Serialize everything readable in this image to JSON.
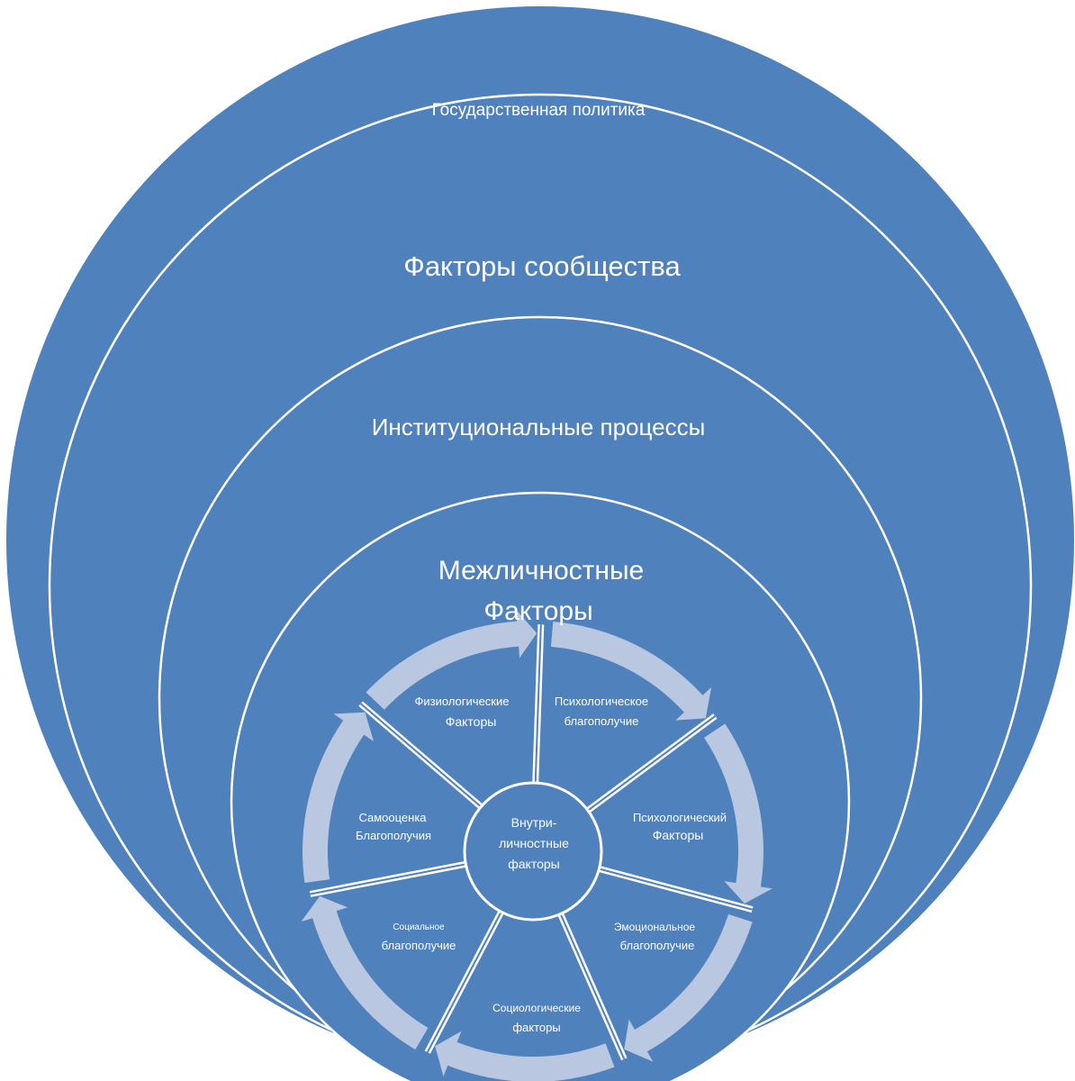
{
  "colors": {
    "circle_fill": "#4f81bd",
    "ring_stroke": "#ffffff",
    "arrow_fill": "#b9c7e0",
    "text": "#ffffff"
  },
  "circles": {
    "level1": "Государственная политика",
    "level2": "Факторы сообщества",
    "level3": "Институциональные процессы",
    "level4_line1": "Межличностные",
    "level4_line2": "Факторы"
  },
  "wheel": {
    "center_line1": "Внутри-",
    "center_line2": "личностные",
    "center_line3": "факторы",
    "segments": [
      {
        "line1": "Физиологические",
        "line2": "Факторы"
      },
      {
        "line1": "Психологическое",
        "line2": "благополучие"
      },
      {
        "line1": "Психологический",
        "line2": "Факторы"
      },
      {
        "line1": "Эмоциональное",
        "line2": "благополучие"
      },
      {
        "line1": "Социологические",
        "line2": "факторы"
      },
      {
        "line1": "Социальное",
        "line2": "благополучие"
      },
      {
        "line1": "Самооценка",
        "line2": "Благополучия"
      }
    ]
  }
}
